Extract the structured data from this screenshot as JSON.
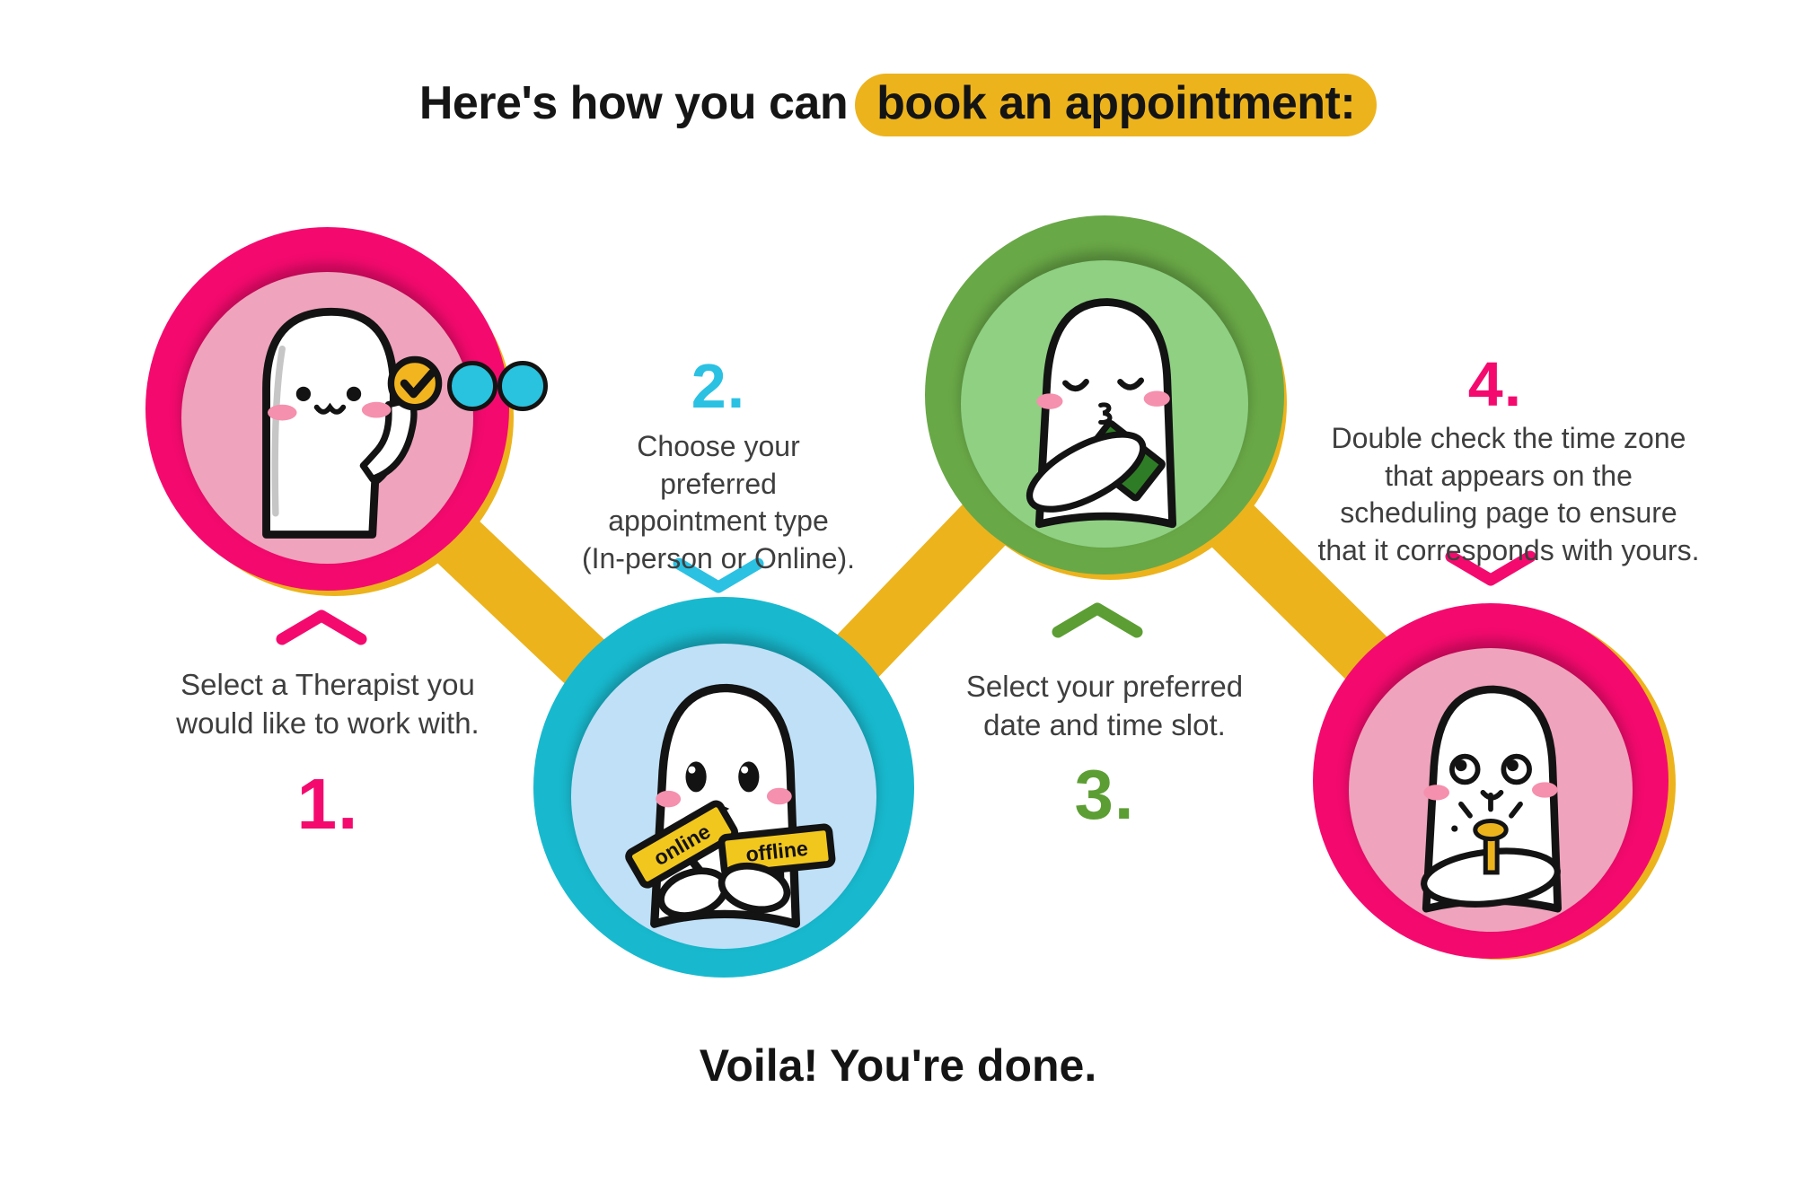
{
  "title": {
    "prefix": "Here's how you can",
    "highlight": "book an appointment:"
  },
  "footer": "Voila! You're done.",
  "steps": [
    {
      "number": "1.",
      "caption_lines": [
        "Select a Therapist you",
        "would like to work with."
      ]
    },
    {
      "number": "2.",
      "caption_lines": [
        "Choose your preferred",
        "appointment type",
        "(In-person or Online)."
      ]
    },
    {
      "number": "3.",
      "caption_lines": [
        "Select your preferred",
        "date and time slot."
      ]
    },
    {
      "number": "4.",
      "caption_lines": [
        "Double check the time zone",
        "that appears on the",
        "scheduling page to ensure",
        "that it corresponds with yours."
      ]
    }
  ],
  "signs": [
    "online",
    "offline"
  ],
  "colors": {
    "pink": "#F40A6E",
    "pink-light": "#EFA3BC",
    "cyan": "#18B9CE",
    "cyan-bright": "#2BC1E3",
    "blue-light": "#BFE0F7",
    "green": "#69A847",
    "green-num": "#5C9E33",
    "green-light": "#8FD083",
    "yellow": "#ECB31D",
    "ink": "#3E3E3E",
    "dot-cyan": "#29C2DF",
    "check-yellow": "#F3B51F",
    "sign-yellow": "#F2C71D",
    "phone-green": "#2E7D26",
    "blush": "#F590AE"
  }
}
